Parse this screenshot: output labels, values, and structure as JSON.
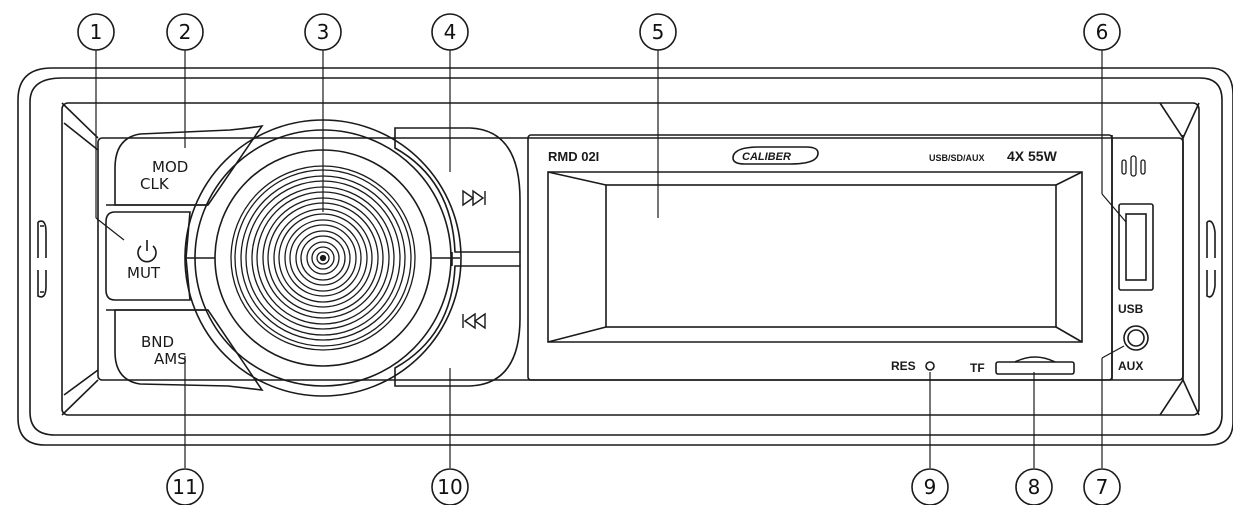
{
  "device": {
    "model": "RMD 02I",
    "brand": "CALIBER",
    "spec_small": "USB/SD/AUX",
    "spec_power": "4X 55W"
  },
  "buttons": {
    "mod_clk": [
      "MOD",
      "CLK"
    ],
    "mut": "MUT",
    "bnd_ams": [
      "BND",
      "AMS"
    ],
    "next_symbol": "▷▷|",
    "prev_symbol": "|◁◁",
    "power_symbol": "⏻"
  },
  "ports": {
    "usb_label": "USB",
    "aux_label": "AUX",
    "res_label": "RES",
    "tf_label": "TF"
  },
  "callouts": {
    "c1": "1",
    "c2": "2",
    "c3": "3",
    "c4": "4",
    "c5": "5",
    "c6": "6",
    "c7": "7",
    "c8": "8",
    "c9": "9",
    "c10": "10",
    "c11": "11"
  }
}
